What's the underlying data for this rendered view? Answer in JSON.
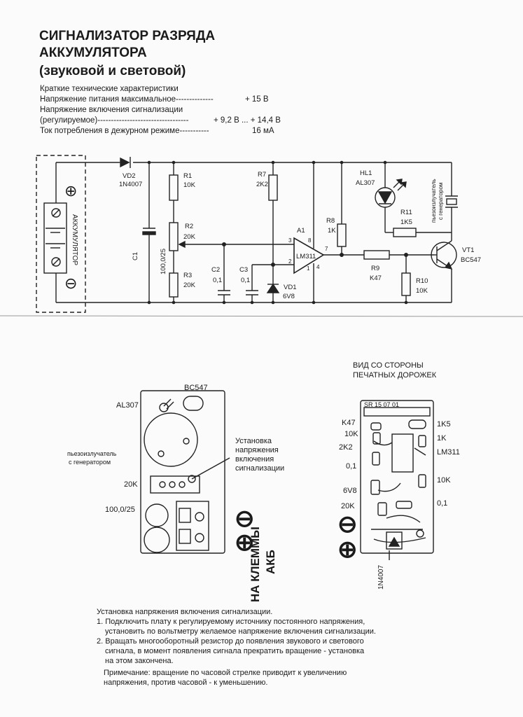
{
  "title": {
    "line1": "СИГНАЛИЗАТОР РАЗРЯДА",
    "line2": "АККУМУЛЯТОРА",
    "line3": "(звуковой и световой)"
  },
  "specs": {
    "heading": "Краткие технические характеристики",
    "supply_label": "Напряжение питания максимальное--------------",
    "supply_value": "+ 15 В",
    "trigger_label": "Напряжение включения сигнализации",
    "trigger_label2": "(регулируемое)----------------------------------",
    "trigger_value": "+ 9,2 В   ... + 14,4    В",
    "current_label": "Ток потребления в дежурном режиме-----------",
    "current_value": "16 мА"
  },
  "schematic": {
    "battery": "АККУМУЛЯТОР",
    "plus": "⊕",
    "minus": "⊖",
    "vd2": "VD2",
    "vd2_type": "1N4007",
    "c1": "C1",
    "c1_val": "100,0/25",
    "r1": "R1",
    "r1_val": "10K",
    "r2": "R2",
    "r2_val": "20K",
    "r3": "R3",
    "r3_val": "20K",
    "c2": "C2",
    "c2_val": "0,1",
    "c3": "C3",
    "c3_val": "0,1",
    "r7": "R7",
    "r7_val": "2K2",
    "vd1": "VD1",
    "vd1_val": "6V8",
    "a1": "A1",
    "a1_type": "LM311",
    "pin3": "3",
    "pin2": "2",
    "pin8": "8",
    "pin7": "7",
    "pin4": "4",
    "pin1": "1",
    "r8": "R8",
    "r8_val": "1K",
    "hl1": "HL1",
    "hl1_type": "AL307",
    "r11": "R11",
    "r11_val": "1K5",
    "piezo": "пьезоизлучатель",
    "piezo2": "с генератором",
    "r9": "R9",
    "r9_val": "K47",
    "r10": "R10",
    "r10_val": "10K",
    "vt1": "VT1",
    "vt1_type": "BC547"
  },
  "component_side": {
    "bc547": "BC547",
    "al307": "AL307",
    "piezo_line1": "пьезоизлучатель",
    "piezo_line2": "с генератором",
    "r20k": "20K",
    "c100": "100,0/25",
    "setup_line1": "Установка",
    "setup_line2": "напряжения",
    "setup_line3": "включения",
    "setup_line4": "сигнализации",
    "terminals_line1": "НА КЛЕММЫ",
    "terminals_line2": "АКБ"
  },
  "track_side": {
    "heading1": "ВИД СО СТОРОНЫ",
    "heading2": "ПЕЧАТНЫХ ДОРОЖЕК",
    "board_code": "SR 15 07 01",
    "k47": "K47",
    "r10k_a": "10K",
    "r2k2": "2K2",
    "c01_a": "0,1",
    "v6v8": "6V8",
    "r20k": "20K",
    "r1k5": "1K5",
    "r1k": "1K",
    "lm311": "LM311",
    "r10k_b": "10K",
    "c01_b": "0,1",
    "diode": "1N4007"
  },
  "instructions": {
    "heading": "Установка напряжения включения сигнализации.",
    "step1a": "1. Подключить плату к регулируемому источнику постоянного напряжения,",
    "step1b": "установить по вольтметру желаемое напряжение включения сигнализации.",
    "step2a": "2. Вращать многооборотный резистор до появления звукового и светового",
    "step2b": "сигнала, в момент появления сигнала прекратить вращение - установка",
    "step2c": "на этом закончена.",
    "note1": "Примечание: вращение по часовой стрелке приводит к увеличению",
    "note2": "напряжения, против часовой - к уменьшению."
  }
}
